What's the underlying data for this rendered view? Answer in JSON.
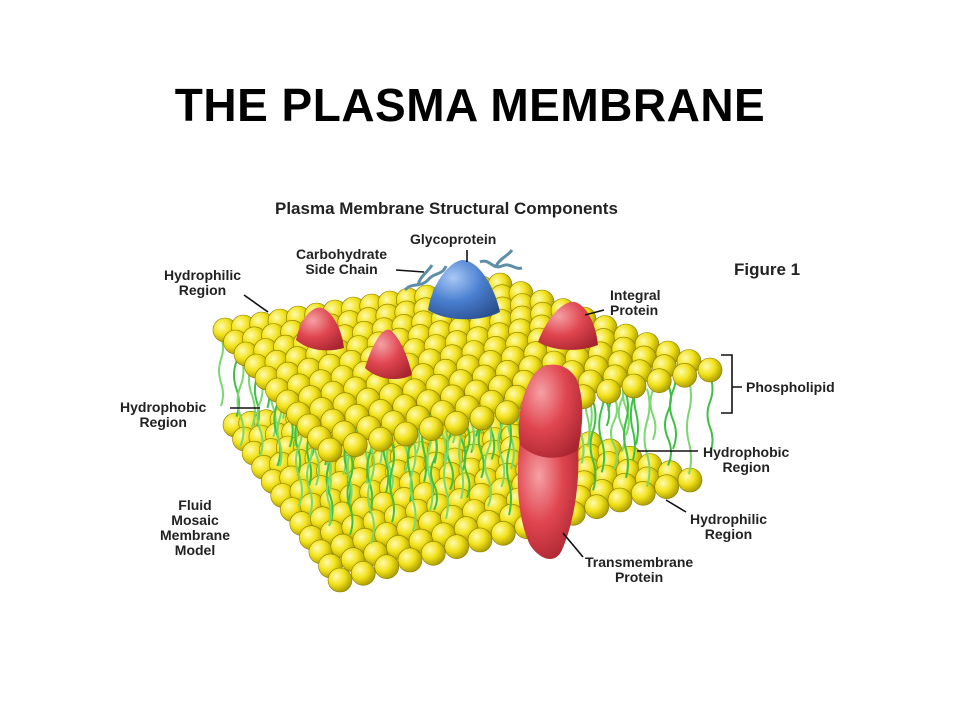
{
  "slide": {
    "title": "THE PLASMA MEMBRANE"
  },
  "figure": {
    "title": "Plasma Membrane Structural Components",
    "number": "Figure 1",
    "labels": {
      "glycoprotein": "Glycoprotein",
      "carbohydrate_side_chain": "Carbohydrate\nSide Chain",
      "hydrophilic_region_top": "Hydrophilic\nRegion",
      "integral_protein": "Integral\nProtein",
      "phospholipid": "Phospholipid",
      "hydrophobic_region_left": "Hydrophobic\nRegion",
      "hydrophobic_region_right": "Hydrophobic\nRegion",
      "fluid_mosaic_membrane_model": "Fluid\nMosaic\nMembrane\nModel",
      "hydrophilic_region_bottom": "Hydrophilic\nRegion",
      "transmembrane_protein": "Transmembrane\nProtein"
    },
    "colors": {
      "phospholipid_head": "#f2e21a",
      "lipid_tail": "#3fbf45",
      "protein": "#e0454f",
      "glycoprotein": "#4a7fd0",
      "side_chain": "#5f8fa8"
    }
  }
}
